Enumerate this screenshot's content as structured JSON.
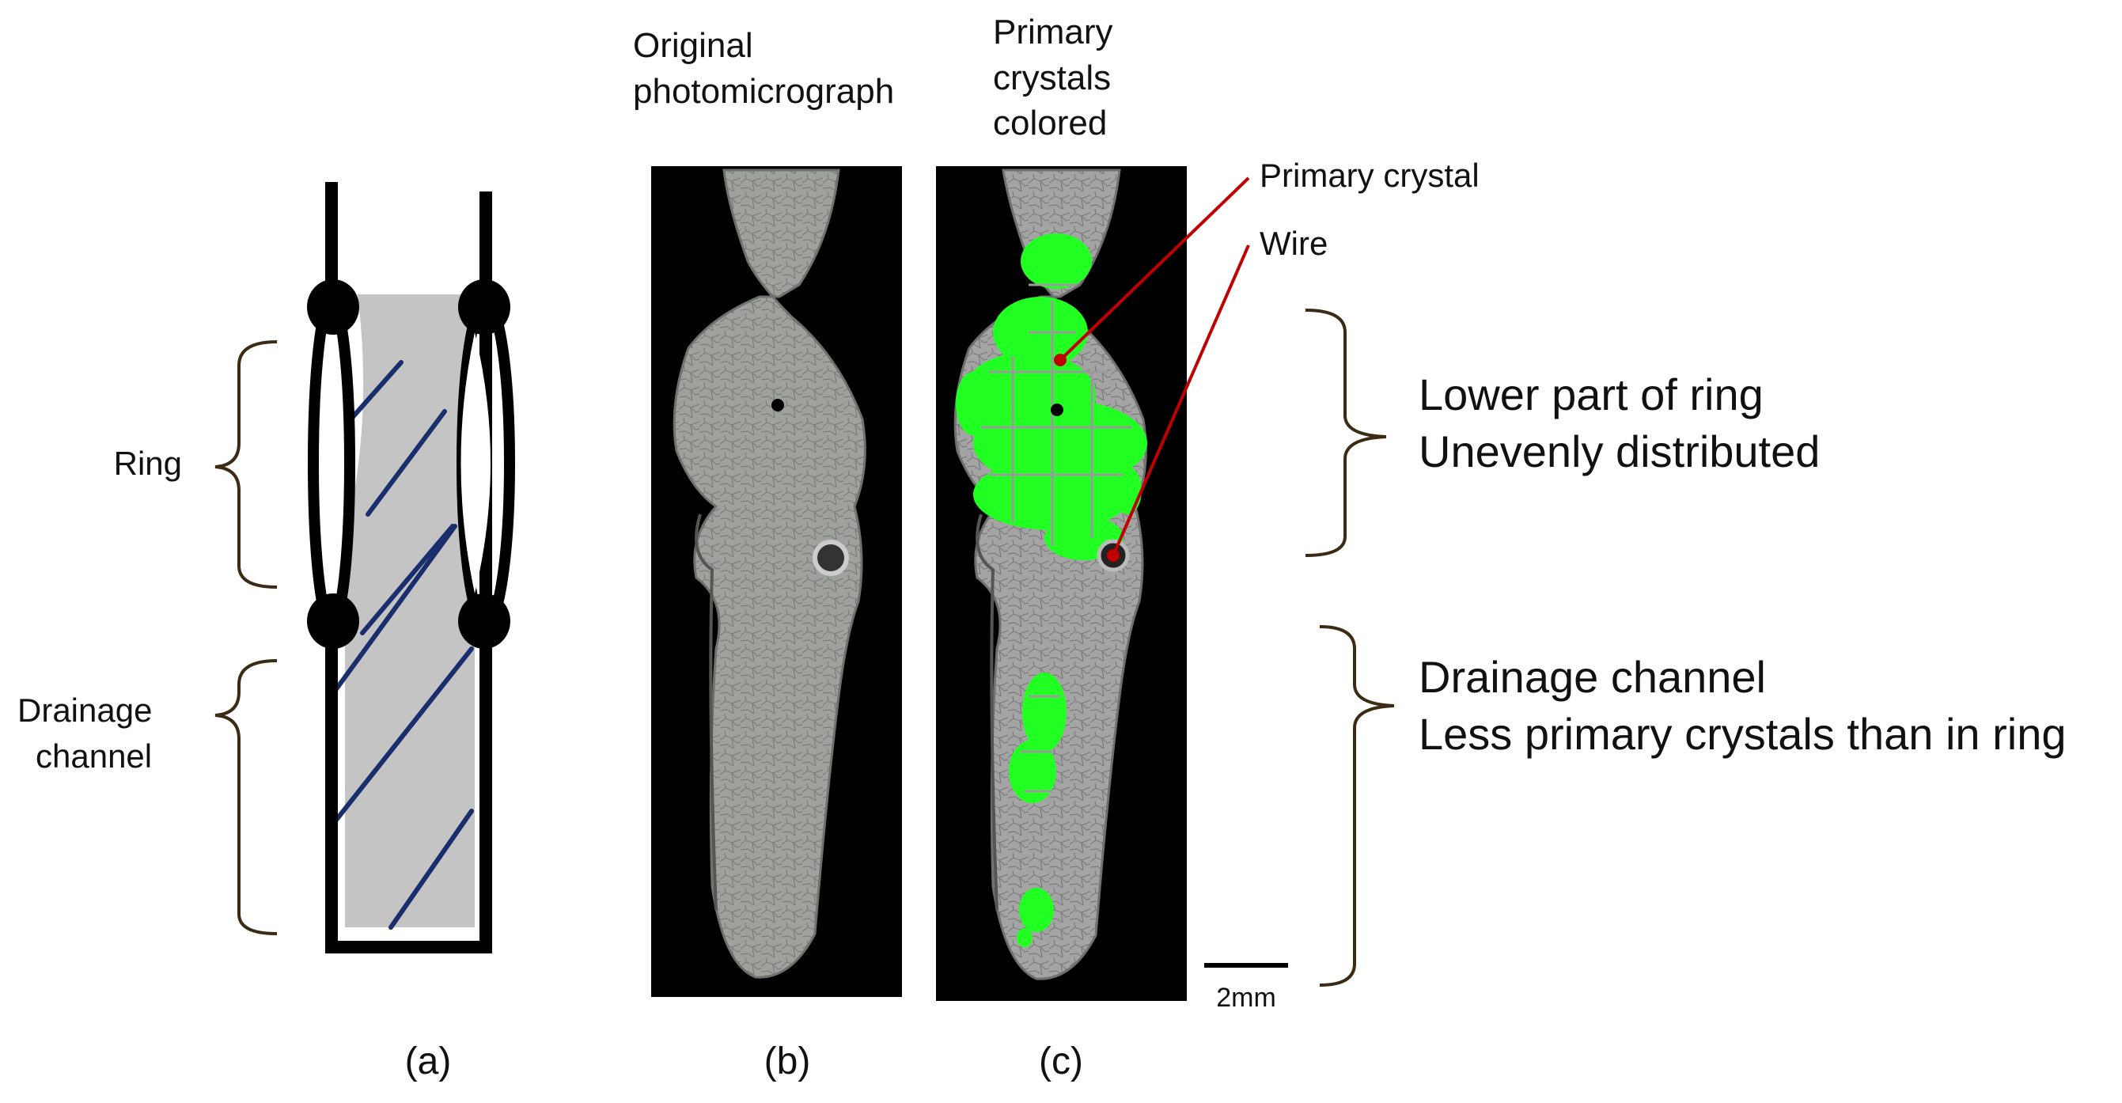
{
  "panel_a": {
    "ring_label": "Ring",
    "drainage_label_line1": "Drainage",
    "drainage_label_line2": "channel",
    "caption": "(a)"
  },
  "panel_b": {
    "title_line1": "Original",
    "title_line2": "photomicrograph",
    "caption": "(b)"
  },
  "panel_c": {
    "title_line1": "Primary",
    "title_line2": "crystals",
    "title_line3": "colored",
    "caption": "(c)",
    "callout_primary": "Primary crystal",
    "callout_wire": "Wire",
    "scale_bar_label": "2mm"
  },
  "annotations": {
    "ring_line1": "Lower part of ring",
    "ring_line2": "Unevenly distributed",
    "drain_line1": "Drainage channel",
    "drain_line2": "Less primary crystals than in ring"
  },
  "colors": {
    "fill_gray": "#c4c4c4",
    "hatch_blue": "#1a2e6e",
    "bracket_brown": "#3b2a14",
    "crystal_green": "#22ff22",
    "callout_red": "#c00000",
    "micro_bg": "#000000",
    "micro_sample": "#9a9d98"
  }
}
